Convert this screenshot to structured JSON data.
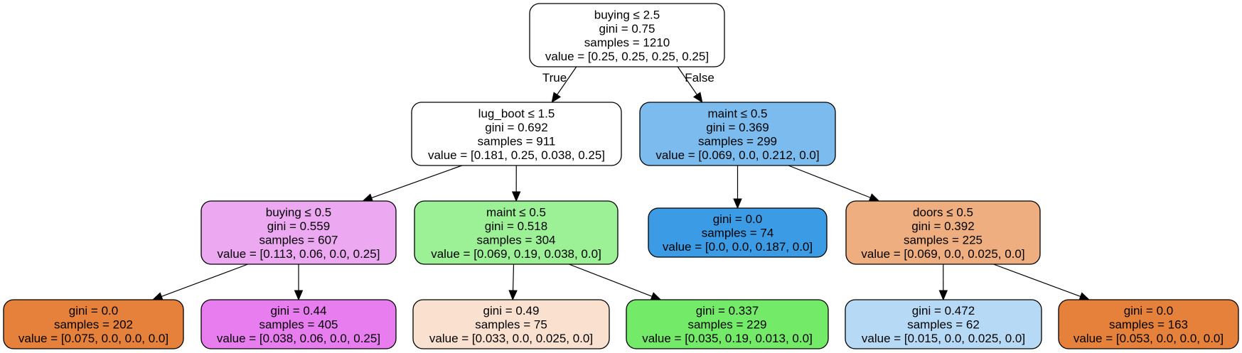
{
  "diagram": {
    "edge_labels": {
      "true_label": "True",
      "false_label": "False"
    },
    "nodes": [
      {
        "id": "root",
        "fill": "#ffffff",
        "lines": [
          "buying ≤ 2.5",
          "gini = 0.75",
          "samples = 1210",
          "value = [0.25, 0.25, 0.25, 0.25]"
        ]
      },
      {
        "id": "lug-boot-split",
        "fill": "#ffffff",
        "lines": [
          "lug_boot ≤ 1.5",
          "gini = 0.692",
          "samples = 911",
          "value = [0.181, 0.25, 0.038, 0.25]"
        ]
      },
      {
        "id": "maint-split-right",
        "fill": "#7bbbee",
        "lines": [
          "maint ≤ 0.5",
          "gini = 0.369",
          "samples = 299",
          "value = [0.069, 0.0, 0.212, 0.0]"
        ]
      },
      {
        "id": "buying-split",
        "fill": "#eda8f2",
        "lines": [
          "buying ≤ 0.5",
          "gini = 0.559",
          "samples = 607",
          "value = [0.113, 0.06, 0.0, 0.25]"
        ]
      },
      {
        "id": "maint-split-left",
        "fill": "#9cf096",
        "lines": [
          "maint ≤ 0.5",
          "gini = 0.518",
          "samples = 304",
          "value = [0.069, 0.19, 0.038, 0.0]"
        ]
      },
      {
        "id": "leaf-74",
        "fill": "#3b9ce5",
        "lines": [
          "gini = 0.0",
          "samples = 74",
          "value = [0.0, 0.0, 0.187, 0.0]"
        ]
      },
      {
        "id": "doors-split",
        "fill": "#eeae7f",
        "lines": [
          "doors ≤ 0.5",
          "gini = 0.392",
          "samples = 225",
          "value = [0.069, 0.0, 0.025, 0.0]"
        ]
      },
      {
        "id": "leaf-202",
        "fill": "#e5813a",
        "lines": [
          "gini = 0.0",
          "samples = 202",
          "value = [0.075, 0.0, 0.0, 0.0]"
        ]
      },
      {
        "id": "leaf-405",
        "fill": "#e87df0",
        "lines": [
          "gini = 0.44",
          "samples = 405",
          "value = [0.038, 0.06, 0.0, 0.25]"
        ]
      },
      {
        "id": "leaf-75",
        "fill": "#f9e0cf",
        "lines": [
          "gini = 0.49",
          "samples = 75",
          "value = [0.033, 0.0, 0.025, 0.0]"
        ]
      },
      {
        "id": "leaf-229",
        "fill": "#74ea69",
        "lines": [
          "gini = 0.337",
          "samples = 229",
          "value = [0.035, 0.19, 0.013, 0.0]"
        ]
      },
      {
        "id": "leaf-62",
        "fill": "#b6daf5",
        "lines": [
          "gini = 0.472",
          "samples = 62",
          "value = [0.015, 0.0, 0.025, 0.0]"
        ]
      },
      {
        "id": "leaf-163",
        "fill": "#e5813a",
        "lines": [
          "gini = 0.0",
          "samples = 163",
          "value = [0.053, 0.0, 0.0, 0.0]"
        ]
      }
    ],
    "edges": [
      {
        "from": "root",
        "to": "lug-boot-split"
      },
      {
        "from": "root",
        "to": "maint-split-right"
      },
      {
        "from": "lug-boot-split",
        "to": "buying-split"
      },
      {
        "from": "lug-boot-split",
        "to": "maint-split-left"
      },
      {
        "from": "maint-split-right",
        "to": "leaf-74"
      },
      {
        "from": "maint-split-right",
        "to": "doors-split"
      },
      {
        "from": "buying-split",
        "to": "leaf-202"
      },
      {
        "from": "buying-split",
        "to": "leaf-405"
      },
      {
        "from": "maint-split-left",
        "to": "leaf-75"
      },
      {
        "from": "maint-split-left",
        "to": "leaf-229"
      },
      {
        "from": "doors-split",
        "to": "leaf-62"
      },
      {
        "from": "doors-split",
        "to": "leaf-163"
      }
    ]
  }
}
